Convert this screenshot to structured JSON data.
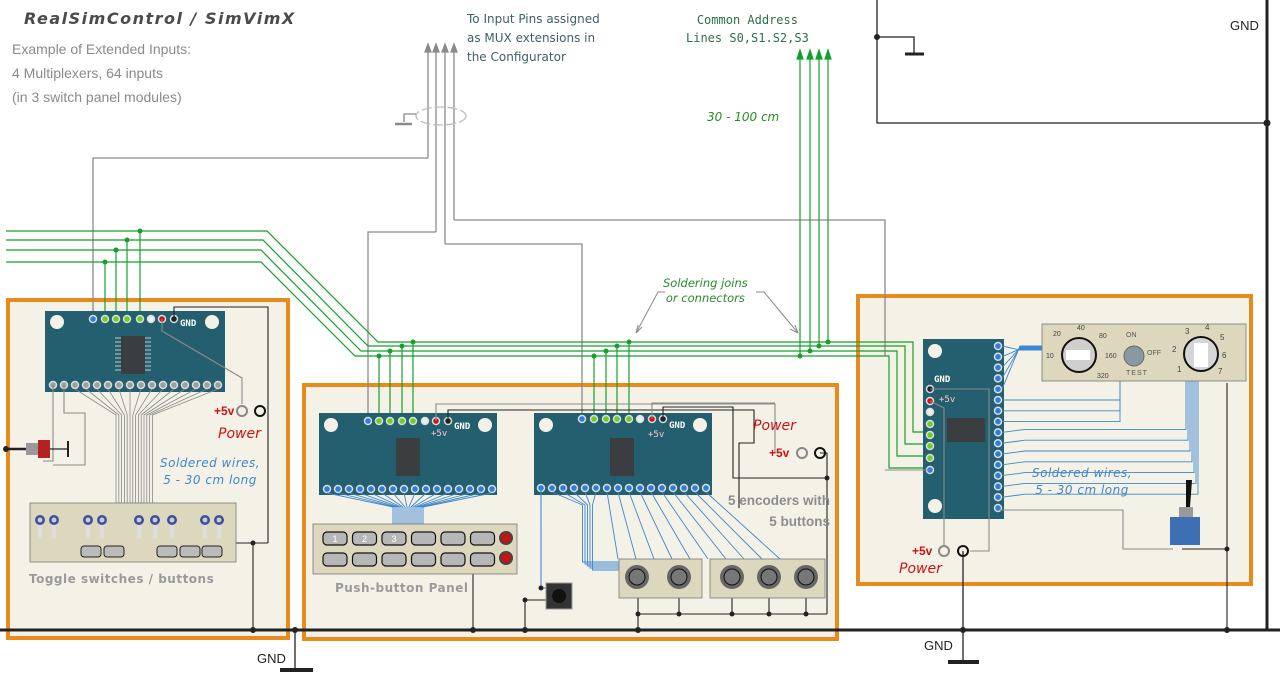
{
  "header": {
    "title": "RealSimControl / SimVimX",
    "subtitle_lines": [
      "Example of Extended Inputs:",
      "4 Multiplexers,  64 inputs",
      "(in 3 switch panel modules)"
    ]
  },
  "annotations": {
    "input_pins": [
      "To Input Pins assigned",
      "as MUX extensions in",
      "the Configurator"
    ],
    "address_lines": [
      "Common  Address",
      "Lines S0,S1.S2,S3"
    ],
    "address_length": "30 - 100 cm",
    "soldering": [
      "Soldering joins",
      "or connectors"
    ]
  },
  "modules": [
    {
      "id": "module-1",
      "mux_label_gnd": "GND",
      "power_label": "Power",
      "plus5v": "+5v",
      "wires_note": [
        "Soldered wires,",
        "5 - 30 cm long"
      ],
      "panel_caption": "Toggle switches / buttons",
      "toggle_count": 9,
      "button_count": 5
    },
    {
      "id": "module-2",
      "mux_a": {
        "gnd": "GND",
        "plus5v": "+5v"
      },
      "mux_b": {
        "gnd": "GND",
        "plus5v": "+5v"
      },
      "power_label": "Power",
      "plus5v": "+5v",
      "panel_caption": "Push-button Panel",
      "pushbutton_labels": [
        "1",
        "2",
        "3",
        "",
        "",
        "",
        "",
        "",
        "",
        "",
        "",
        ""
      ],
      "encoders_caption": [
        "5 encoders  with",
        "5 buttons"
      ],
      "encoder_count": 5
    },
    {
      "id": "module-3",
      "mux_gnd": "GND",
      "mux_5v": "+5v",
      "power_label": "Power",
      "plus5v": "+5v",
      "wires_note": [
        "Soldered wires,",
        "5 - 30 cm long"
      ],
      "rotary_left_scale": [
        "10",
        "20",
        "40",
        "80",
        "160",
        "320"
      ],
      "toggle_labels": {
        "on": "ON",
        "off": "OFF",
        "test": "TEST"
      },
      "rotary_right_scale": [
        "1",
        "2",
        "3",
        "4",
        "5",
        "6",
        "7"
      ]
    }
  ],
  "ground_labels": {
    "top_right": "GND",
    "bottom_left": "GND",
    "bottom_right": "GND"
  },
  "colors": {
    "module_border": "#e88a1c",
    "module_fill": "#f4f2e7",
    "pcb": "#235f6e",
    "address_wire": "#14a02a",
    "signal_wire": "#3e86d0",
    "ground_wire": "#222222",
    "aux_wire": "#8a8a8a",
    "power_red": "#cc1111"
  }
}
